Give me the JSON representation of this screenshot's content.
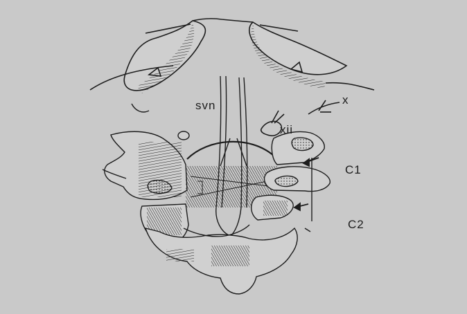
{
  "labels": {
    "svn": "svn",
    "x": "x",
    "xii": "xii",
    "c1": "C1",
    "c2": "C2"
  },
  "colors": {
    "background": "#c9c9c9",
    "ink": "#1d1d1d",
    "paper": "#d6d6d6"
  }
}
